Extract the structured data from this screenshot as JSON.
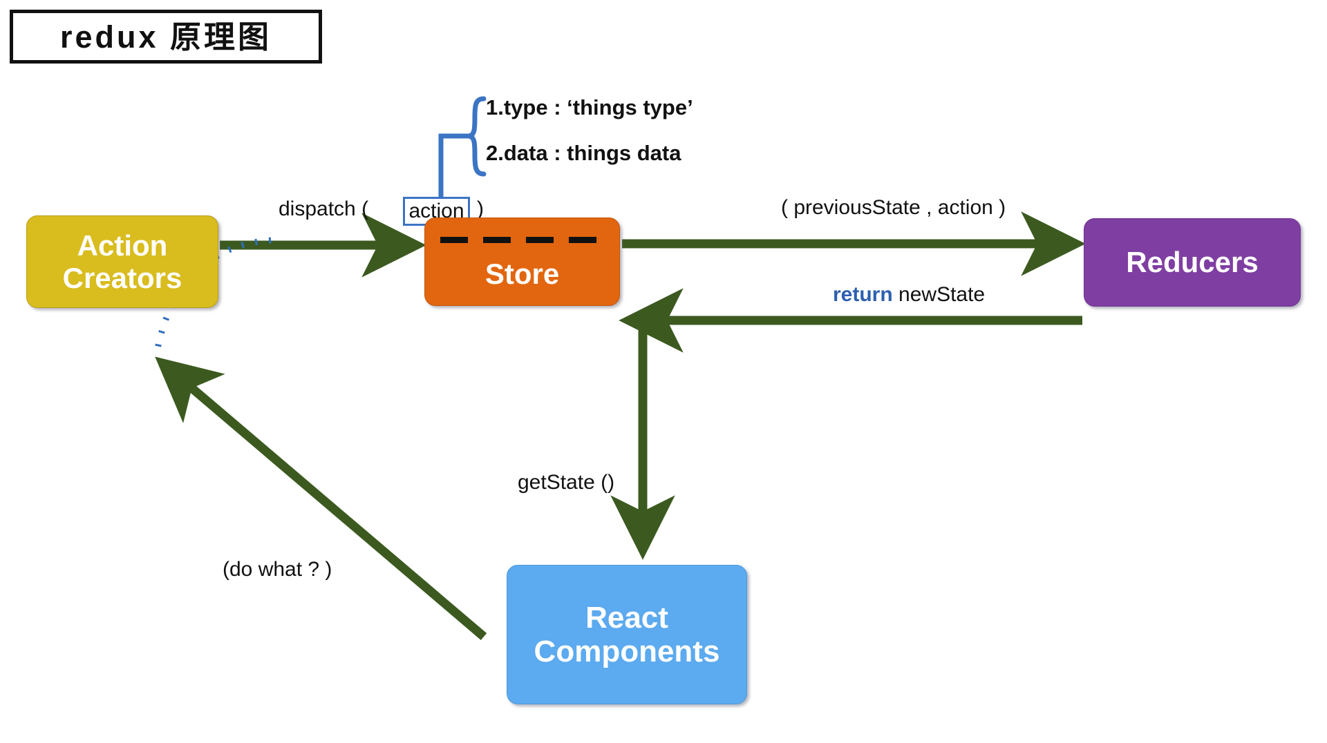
{
  "title": {
    "text": "redux 原理图"
  },
  "nodes": [
    {
      "id": "action-creators",
      "label_lines": [
        "Action",
        "Creators"
      ],
      "color": "#d9bc1e"
    },
    {
      "id": "store",
      "label_lines": [
        "Store"
      ],
      "color": "#e2660f"
    },
    {
      "id": "reducers",
      "label_lines": [
        "Reducers"
      ],
      "color": "#7f3fa2"
    },
    {
      "id": "react-components",
      "label_lines": [
        "React",
        "Components"
      ],
      "color": "#5caaef"
    }
  ],
  "action_detail": {
    "line1": "1.type : ‘things type’",
    "line2": "2.data :  things data",
    "brace_color": "#3b74c4"
  },
  "labels": {
    "dispatch_open": "dispatch (",
    "dispatch_action": "action",
    "dispatch_close": ")",
    "previous_state": "( previousState , action )",
    "return_keyword": "return",
    "return_value": "newState",
    "get_state": "getState ()",
    "do_what": "(do what ? )"
  },
  "colors": {
    "arrow_green": "#3c5a20",
    "accent_blue": "#3b74c4",
    "dotted_blue": "#2f6fc0",
    "title_border": "#111111"
  }
}
